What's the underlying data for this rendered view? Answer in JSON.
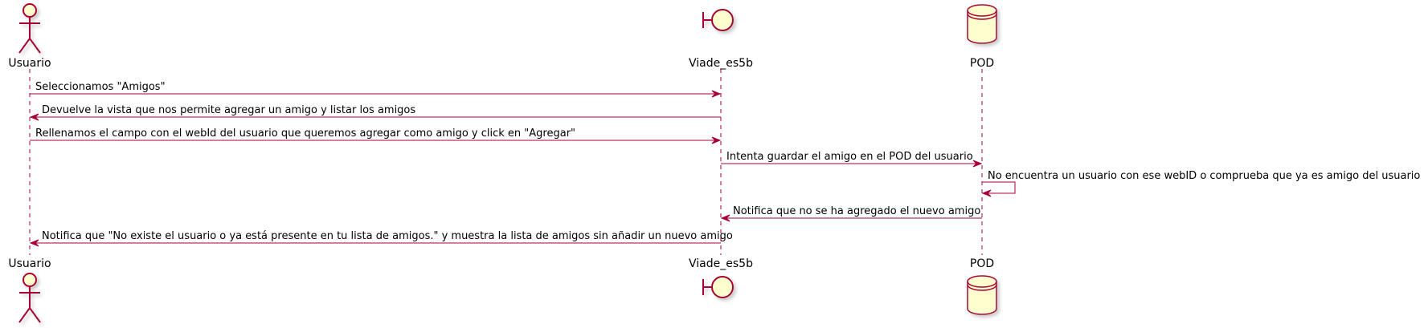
{
  "colors": {
    "line": "#A80036",
    "participant_fill": "#FEFECE",
    "text": "#000000",
    "shadow": "#C8C8C8"
  },
  "participants": [
    {
      "id": "usuario",
      "label": "Usuario",
      "shape": "actor-icon"
    },
    {
      "id": "viade",
      "label": "Viade_es5b",
      "shape": "boundary-icon"
    },
    {
      "id": "pod",
      "label": "POD",
      "shape": "database-icon"
    }
  ],
  "messages": [
    {
      "from": "usuario",
      "to": "viade",
      "text": "Seleccionamos \"Amigos\""
    },
    {
      "from": "viade",
      "to": "usuario",
      "text": "Devuelve la vista que nos permite agregar un amigo y listar los amigos"
    },
    {
      "from": "usuario",
      "to": "viade",
      "text": "Rellenamos el campo con el webId del usuario que queremos agregar como amigo y click en \"Agregar\""
    },
    {
      "from": "viade",
      "to": "pod",
      "text": "Intenta guardar el amigo en el POD del usuario"
    },
    {
      "from": "pod",
      "to": "pod",
      "text": "No encuentra un usuario con ese webID o comprueba que ya es amigo del usuario"
    },
    {
      "from": "pod",
      "to": "viade",
      "text": "Notifica que no se ha agregado el nuevo amigo"
    },
    {
      "from": "viade",
      "to": "usuario",
      "text": "Notifica que \"No existe el usuario o ya está presente en tu lista de amigos.\" y muestra la lista de amigos sin añadir un nuevo amigo"
    }
  ]
}
